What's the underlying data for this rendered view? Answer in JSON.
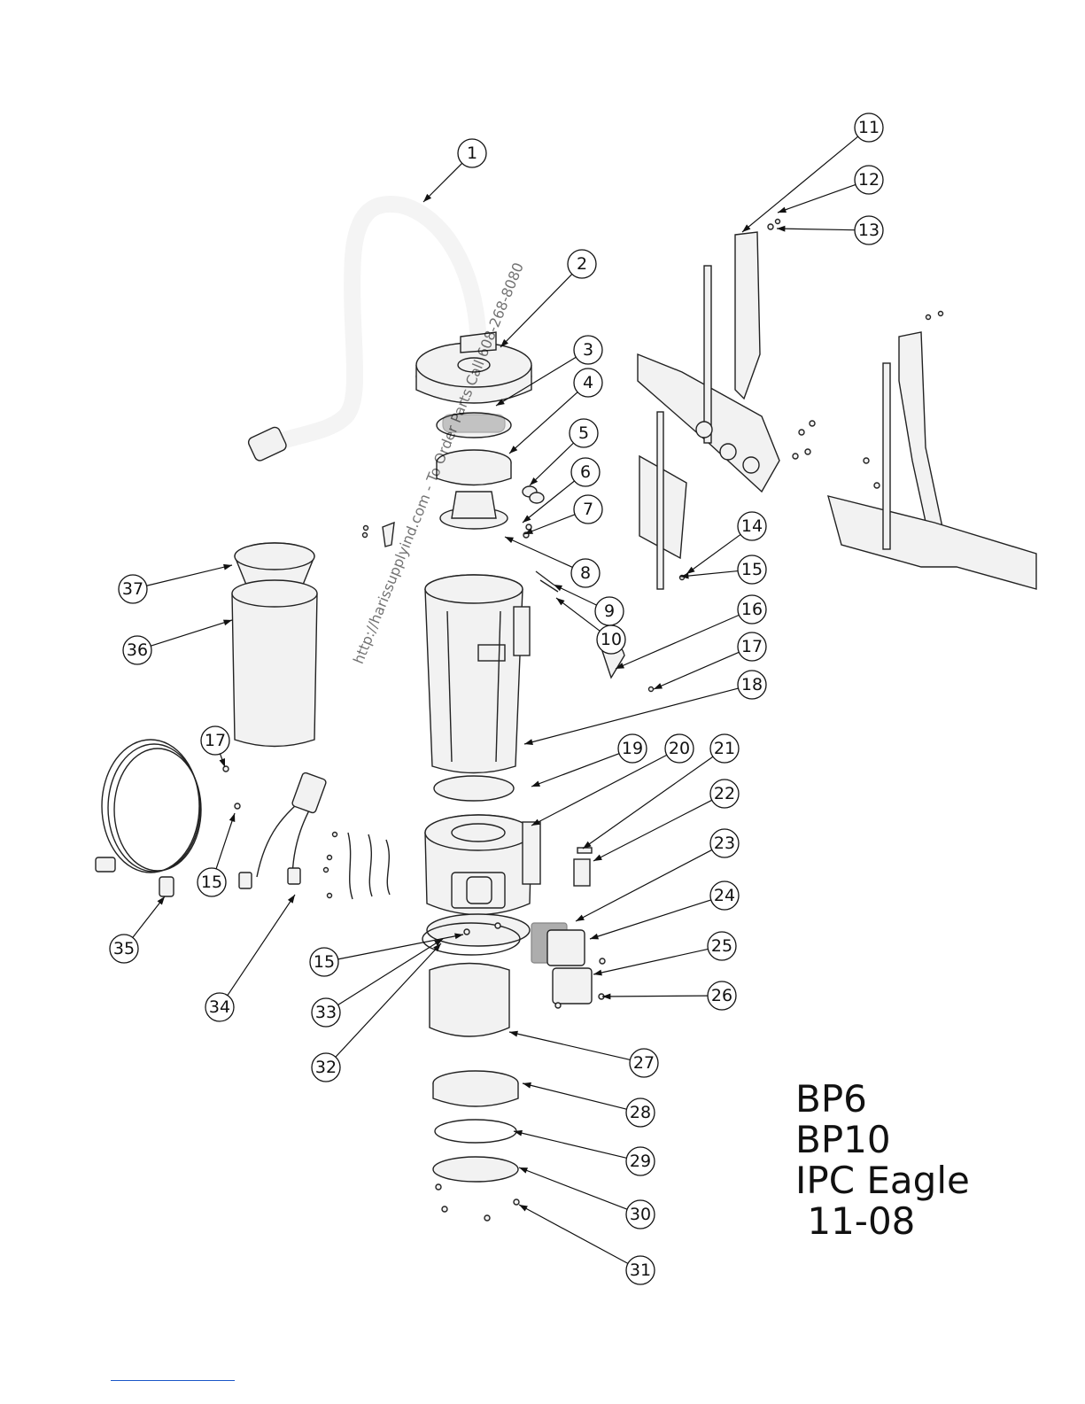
{
  "model_labels": [
    "BP6",
    "BP10",
    "IPC Eagle",
    " 11-08"
  ],
  "watermark": "http://harissupplyind.com - To Order Parts Call 608-268-8080",
  "callouts": [
    {
      "n": "1"
    },
    {
      "n": "2"
    },
    {
      "n": "3"
    },
    {
      "n": "4"
    },
    {
      "n": "5"
    },
    {
      "n": "6"
    },
    {
      "n": "7"
    },
    {
      "n": "8"
    },
    {
      "n": "9"
    },
    {
      "n": "10"
    },
    {
      "n": "11"
    },
    {
      "n": "12"
    },
    {
      "n": "13"
    },
    {
      "n": "14"
    },
    {
      "n": "15"
    },
    {
      "n": "16"
    },
    {
      "n": "17"
    },
    {
      "n": "18"
    },
    {
      "n": "19"
    },
    {
      "n": "20"
    },
    {
      "n": "21"
    },
    {
      "n": "22"
    },
    {
      "n": "23"
    },
    {
      "n": "24"
    },
    {
      "n": "25"
    },
    {
      "n": "26"
    },
    {
      "n": "27"
    },
    {
      "n": "28"
    },
    {
      "n": "29"
    },
    {
      "n": "30"
    },
    {
      "n": "31"
    },
    {
      "n": "32"
    },
    {
      "n": "33"
    },
    {
      "n": "34"
    },
    {
      "n": "35"
    },
    {
      "n": "36"
    },
    {
      "n": "37"
    },
    {
      "n": "17"
    },
    {
      "n": "15"
    },
    {
      "n": "15"
    }
  ]
}
